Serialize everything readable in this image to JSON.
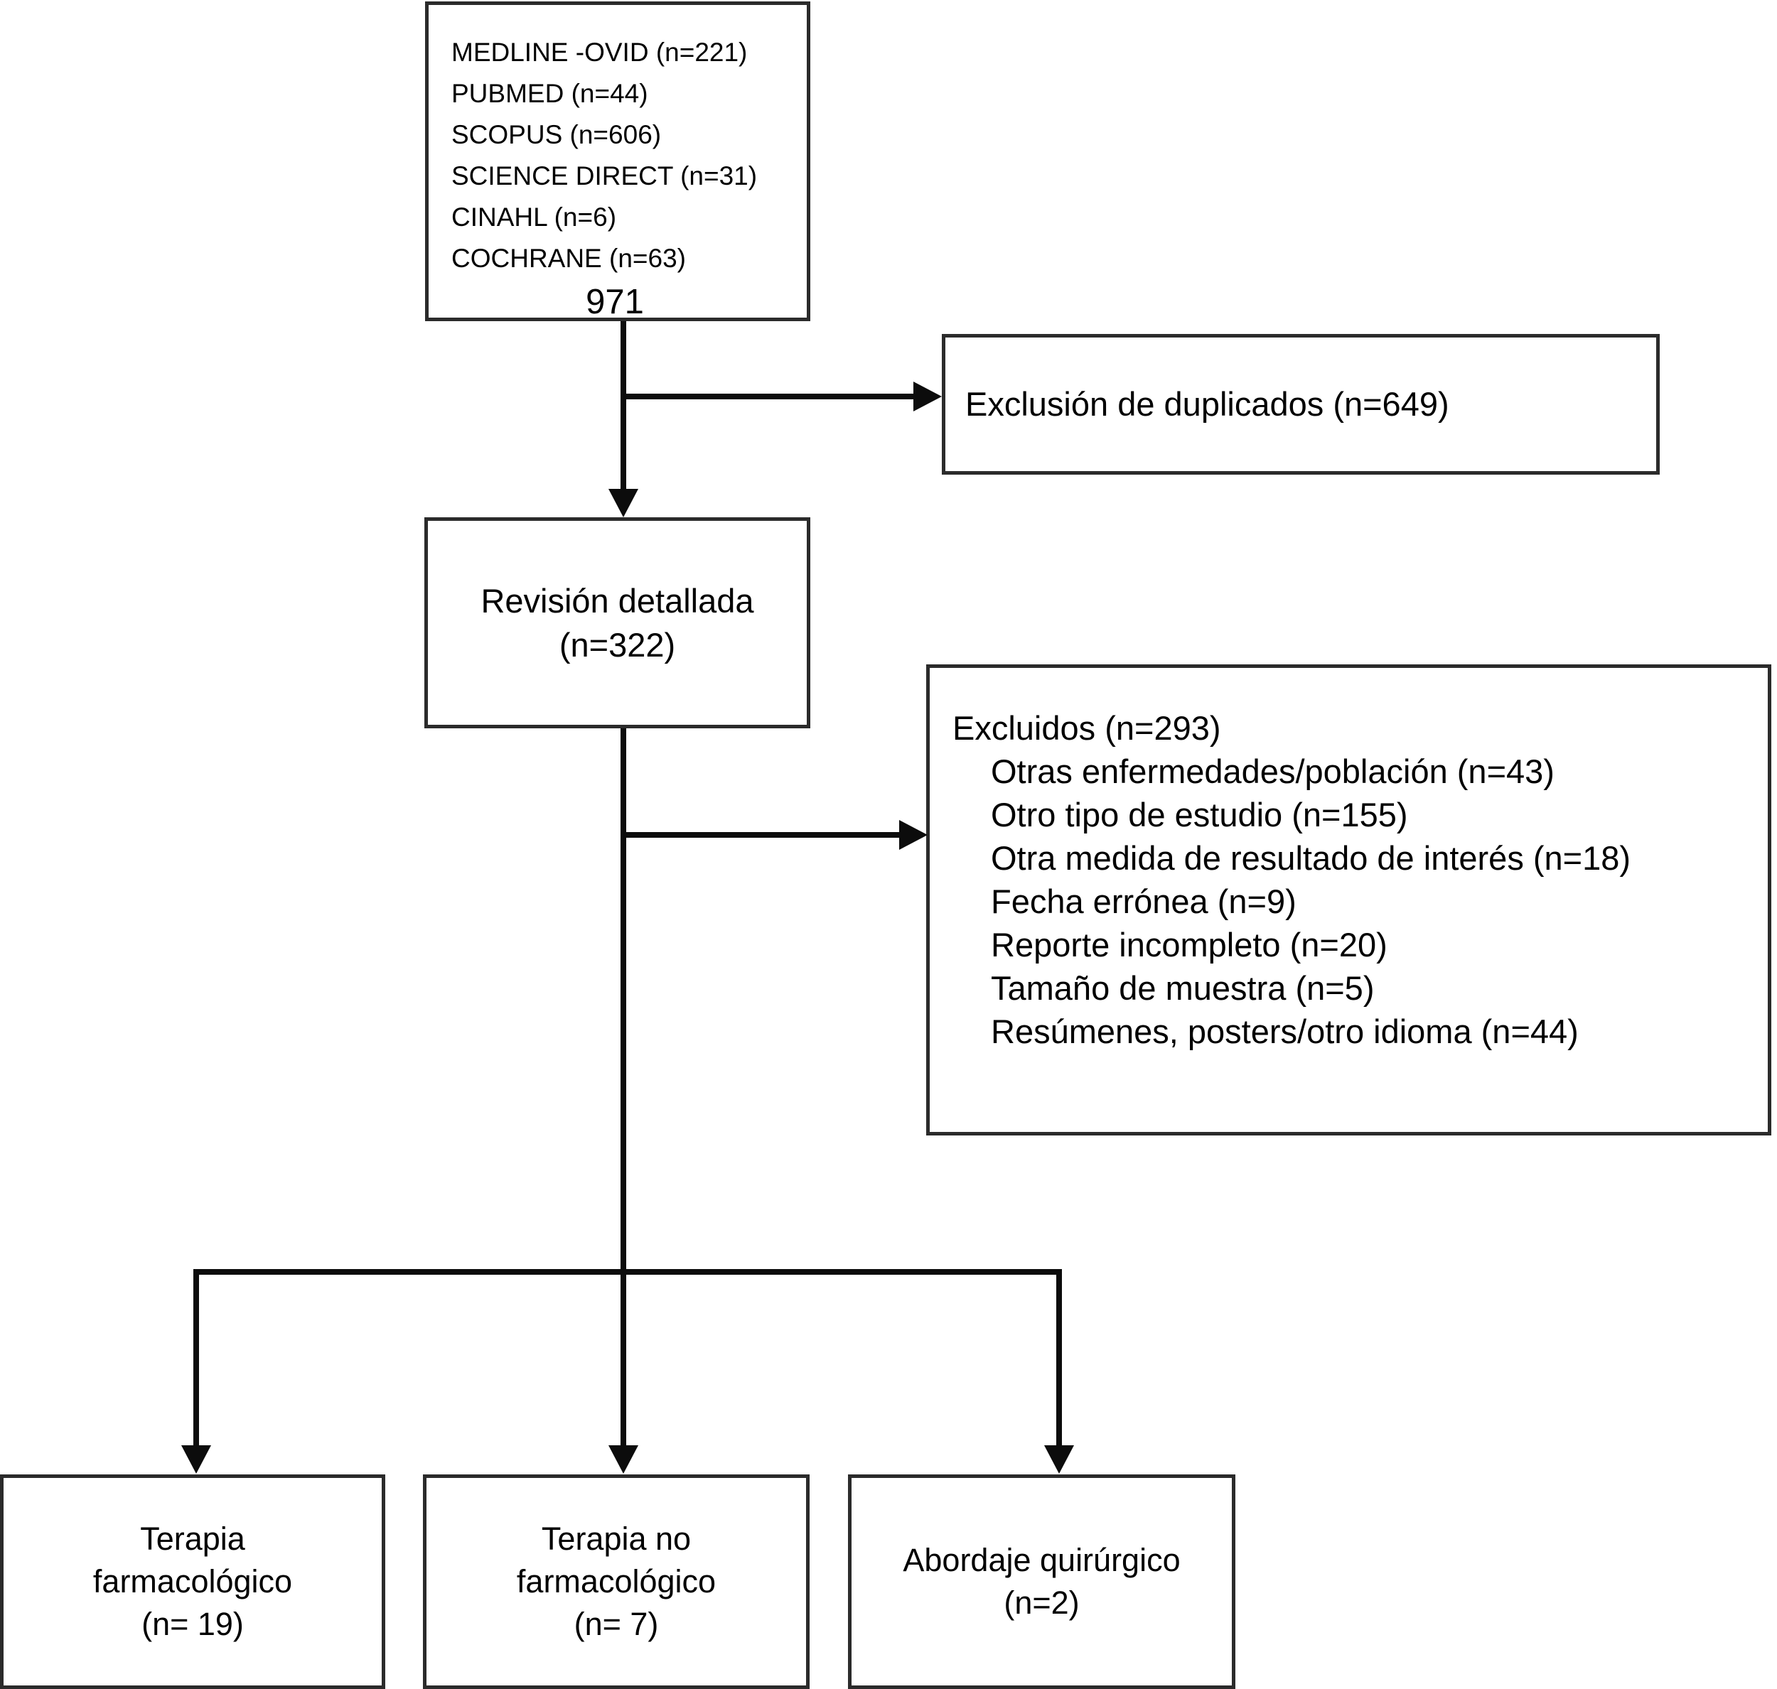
{
  "diagram": {
    "title": "PRISMA study selection flow diagram",
    "language": "es",
    "line_color": "#0c0c0c",
    "box_border_color": "#2b2b2b",
    "background_color": "#ffffff"
  },
  "sources_box": {
    "entries": [
      "MEDLINE -OVID (n=221)",
      "PUBMED (n=44)",
      "SCOPUS (n=606)",
      "SCIENCE DIRECT (n=31)",
      "CINAHL (n=6)",
      "COCHRANE (n=63)"
    ],
    "total": "971"
  },
  "duplicates_box": {
    "label": "Exclusión de duplicados (n=649)"
  },
  "review_box": {
    "line1": "Revisión detallada",
    "line2": "(n=322)"
  },
  "excluded_box": {
    "heading": "Excluidos (n=293)",
    "reasons": [
      "Otras enfermedades/población (n=43)",
      "Otro tipo de estudio (n=155)",
      "Otra medida de resultado de interés (n=18)",
      "Fecha errónea (n=9)",
      "Reporte incompleto (n=20)",
      "Tamaño de muestra (n=5)",
      "Resúmenes, posters/otro idioma (n=44)"
    ]
  },
  "outcomes": [
    {
      "line1": "Terapia",
      "line2": "farmacológico",
      "line3": "(n= 19)"
    },
    {
      "line1": "Terapia no",
      "line2": "farmacológico",
      "line3": "(n= 7)"
    },
    {
      "line1": "Abordaje quirúrgico",
      "line2": "(n=2)",
      "line3": ""
    }
  ],
  "chart_data": {
    "type": "flowchart",
    "title": "Diagrama de flujo de selección de estudios",
    "nodes": [
      {
        "id": "sources",
        "label": "MEDLINE -OVID (n=221); PUBMED (n=44); SCOPUS (n=606); SCIENCE DIRECT (n=31); CINAHL (n=6); COCHRANE (n=63); 971",
        "value": 971
      },
      {
        "id": "duplicados",
        "label": "Exclusión de duplicados (n=649)",
        "value": 649
      },
      {
        "id": "revision",
        "label": "Revisión detallada (n=322)",
        "value": 322
      },
      {
        "id": "excluidos",
        "label": "Excluidos (n=293)",
        "value": 293
      },
      {
        "id": "farmacologico",
        "label": "Terapia farmacológico (n= 19)",
        "value": 19
      },
      {
        "id": "nofarmacologico",
        "label": "Terapia no farmacológico (n= 7)",
        "value": 7
      },
      {
        "id": "quirurgico",
        "label": "Abordaje quirúrgico (n=2)",
        "value": 2
      }
    ],
    "edges": [
      {
        "from": "sources",
        "to": "duplicados"
      },
      {
        "from": "sources",
        "to": "revision"
      },
      {
        "from": "revision",
        "to": "excluidos"
      },
      {
        "from": "revision",
        "to": "farmacologico"
      },
      {
        "from": "revision",
        "to": "nofarmacologico"
      },
      {
        "from": "revision",
        "to": "quirurgico"
      }
    ]
  }
}
